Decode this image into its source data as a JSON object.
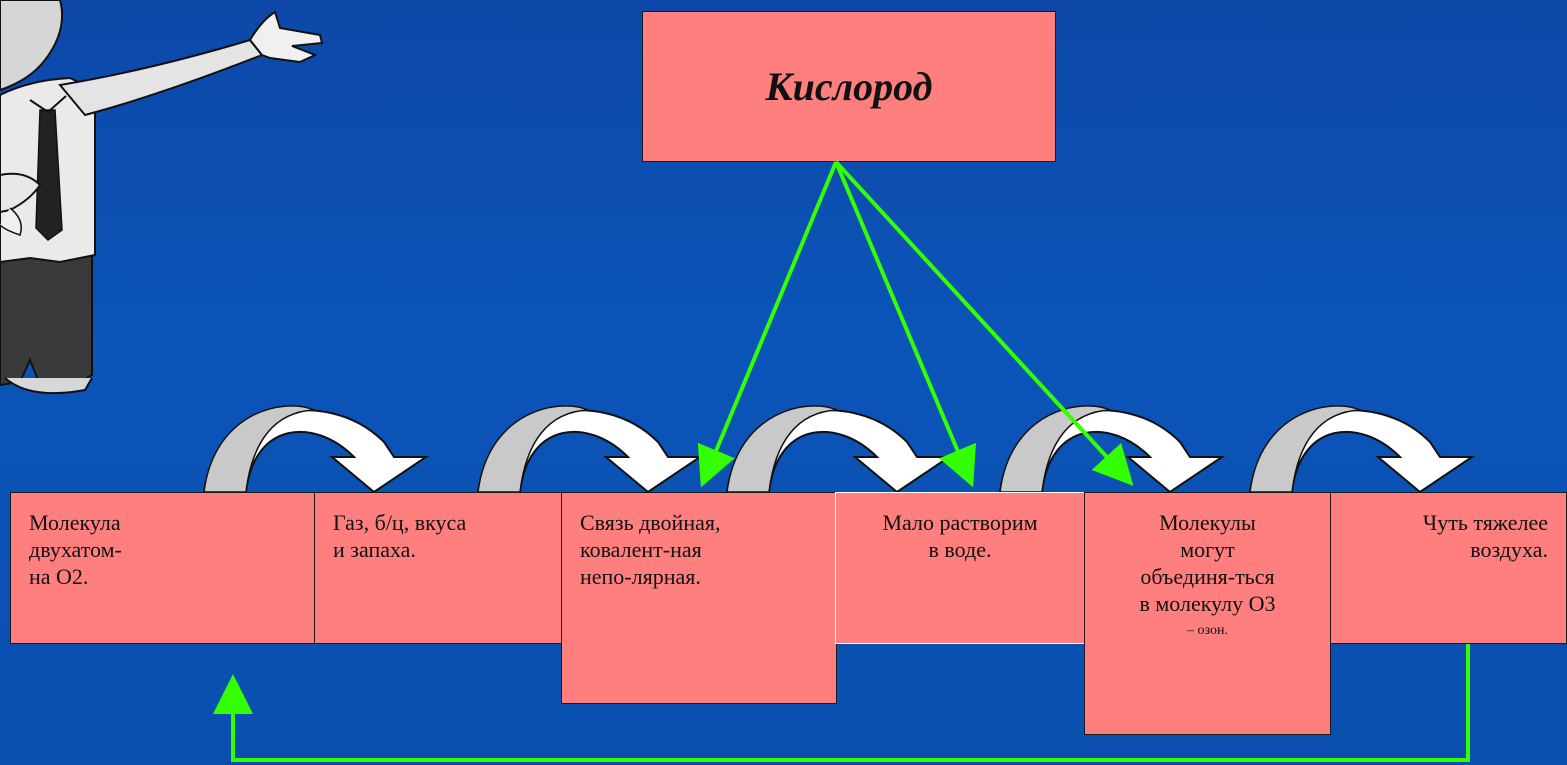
{
  "title": "Кислород",
  "boxes": [
    {
      "lines": [
        "Молекула",
        "двухатом-",
        "на О2."
      ]
    },
    {
      "lines": [
        "Газ, б/ц, вкуса",
        "и запаха."
      ]
    },
    {
      "lines": [
        "Связь двойная,",
        "ковалент-ная",
        "непо-лярная."
      ]
    },
    {
      "lines": [
        "Мало растворим",
        "в воде."
      ]
    },
    {
      "lines": [
        "Молекулы",
        "могут",
        "объединя-ться",
        "в молекулу О3"
      ],
      "note": "– озон."
    },
    {
      "lines": [
        "Чуть тяжелее",
        "воздуха."
      ]
    }
  ],
  "colors": {
    "background": "#0b52b4",
    "box_fill": "#ff7f7f",
    "arrow_green": "#33ff00",
    "curved_arrow_fill": "#ffffff",
    "curved_arrow_shade": "#c8c8c8"
  },
  "illustration": "cartoon-presenter-pointing"
}
